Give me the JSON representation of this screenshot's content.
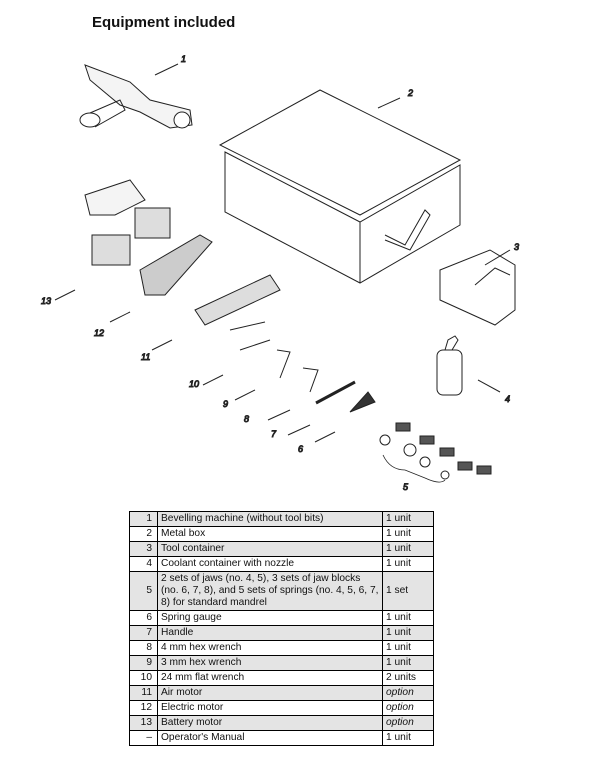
{
  "title": "Equipment included",
  "callouts": [
    "1",
    "2",
    "3",
    "4",
    "5",
    "6",
    "7",
    "8",
    "9",
    "10",
    "11",
    "12",
    "13"
  ],
  "items": [
    {
      "no": "1",
      "desc": "Bevelling machine (without tool bits)",
      "qty": "1 unit"
    },
    {
      "no": "2",
      "desc": "Metal box",
      "qty": "1 unit"
    },
    {
      "no": "3",
      "desc": "Tool container",
      "qty": "1 unit"
    },
    {
      "no": "4",
      "desc": "Coolant container with nozzle",
      "qty": "1 unit"
    },
    {
      "no": "5",
      "desc": "2 sets of jaws (no. 4, 5), 3 sets of jaw blocks (no. 6, 7, 8), and 5 sets of springs (no. 4, 5, 6, 7, 8) for standard mandrel",
      "qty": "1 set"
    },
    {
      "no": "6",
      "desc": "Spring gauge",
      "qty": "1 unit"
    },
    {
      "no": "7",
      "desc": "Handle",
      "qty": "1 unit"
    },
    {
      "no": "8",
      "desc": "4 mm hex wrench",
      "qty": "1 unit"
    },
    {
      "no": "9",
      "desc": "3 mm hex wrench",
      "qty": "1 unit"
    },
    {
      "no": "10",
      "desc": "24 mm flat wrench",
      "qty": "2 units"
    },
    {
      "no": "11",
      "desc": "Air motor",
      "qty": "option"
    },
    {
      "no": "12",
      "desc": "Electric motor",
      "qty": "option"
    },
    {
      "no": "13",
      "desc": "Battery motor",
      "qty": "option"
    },
    {
      "no": "–",
      "desc": "Operator's Manual",
      "qty": "1 unit"
    }
  ]
}
